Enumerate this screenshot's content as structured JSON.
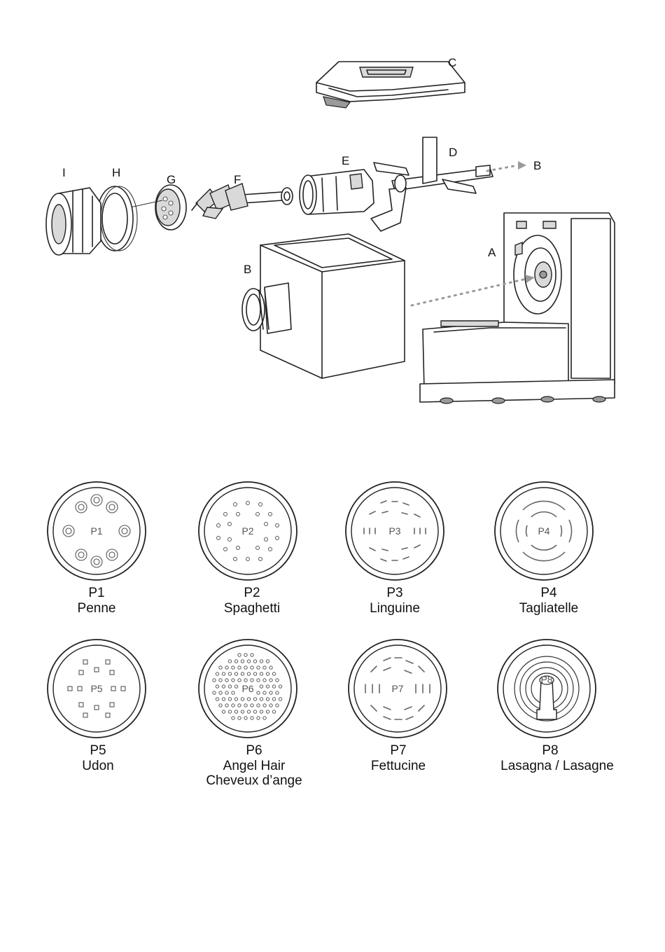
{
  "part_labels": {
    "A": "A",
    "B_arrow": "B",
    "B_tray": "B",
    "C": "C",
    "D": "D",
    "E": "E",
    "F": "F",
    "G": "G",
    "H": "H",
    "I": "I"
  },
  "discs": [
    {
      "code": "P1",
      "name": "Penne",
      "name2": "",
      "inner": "P1"
    },
    {
      "code": "P2",
      "name": "Spaghetti",
      "name2": "",
      "inner": "P2"
    },
    {
      "code": "P3",
      "name": "Linguine",
      "name2": "",
      "inner": "P3"
    },
    {
      "code": "P4",
      "name": "Tagliatelle",
      "name2": "",
      "inner": "P4"
    },
    {
      "code": "P5",
      "name": "Udon",
      "name2": "",
      "inner": "P5"
    },
    {
      "code": "P6",
      "name": "Angel Hair",
      "name2": "Cheveux d’ange",
      "inner": "P6"
    },
    {
      "code": "P7",
      "name": "Fettucine",
      "name2": "",
      "inner": "P7"
    },
    {
      "code": "P8",
      "name": "Lasagna / Lasagne",
      "name2": "",
      "inner": "P8"
    }
  ]
}
